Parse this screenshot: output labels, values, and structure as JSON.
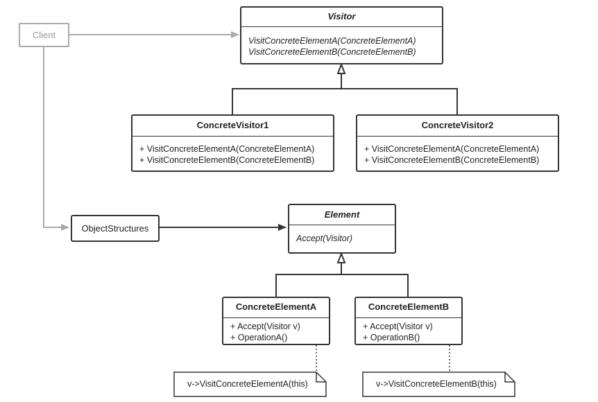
{
  "client": {
    "label": "Client"
  },
  "visitor": {
    "title": "Visitor",
    "operations": [
      "VisitConcreteElementA(ConcreteElementA)",
      "VisitConcreteElementB(ConcreteElementB)"
    ]
  },
  "concrete_visitor1": {
    "title": "ConcreteVisitor1",
    "operations": [
      "+ VisitConcreteElementA(ConcreteElementA)",
      "+ VisitConcreteElementB(ConcreteElementB)"
    ]
  },
  "concrete_visitor2": {
    "title": "ConcreteVisitor2",
    "operations": [
      "+ VisitConcreteElementA(ConcreteElementA)",
      "+ VisitConcreteElementB(ConcreteElementB)"
    ]
  },
  "object_structures": {
    "label": "ObjectStructures"
  },
  "element": {
    "title": "Element",
    "operations": [
      "Accept(Visitor)"
    ]
  },
  "concrete_element_a": {
    "title": "ConcreteElementA",
    "operations": [
      "+ Accept(Visitor v)",
      "+ OperationA()"
    ]
  },
  "concrete_element_b": {
    "title": "ConcreteElementB",
    "operations": [
      "+ Accept(Visitor v)",
      "+ OperationB()"
    ]
  },
  "note_a": {
    "text": "v->VisitConcreteElementA(this)"
  },
  "note_b": {
    "text": "v->VisitConcreteElementB(this)"
  },
  "colors": {
    "line": "#333333",
    "client": "#aaaaaa"
  }
}
